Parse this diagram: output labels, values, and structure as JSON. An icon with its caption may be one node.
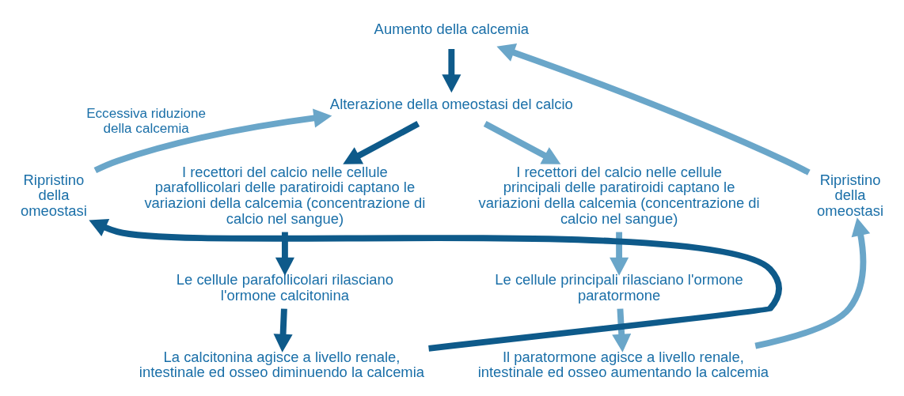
{
  "diagram": {
    "nodes": [
      {
        "text": [
          "Aumento della calcemia"
        ]
      },
      {
        "text": [
          "Alterazione della omeostasi del calcio"
        ]
      },
      {
        "text": [
          "Ripristino della omeostasi"
        ]
      },
      {
        "text": [
          "I recettori del calcio nelle cellule parafollicolari delle paratiroidi captano le variazioni della calcemia (concentrazione di calcio nel sangue)"
        ]
      },
      {
        "text": [
          "I recettori del calcio nelle cellule principali delle paratiroidi captano le variazioni della calcemia (concentrazione di calcio nel sangue)"
        ]
      },
      {
        "text": [
          "Ripristino della omeostasi"
        ]
      },
      {
        "text": [
          "Le cellule parafollicolari rilasciano l'ormone calcitonina"
        ]
      },
      {
        "text": [
          "Le cellule principali rilasciano l'ormone paratormone"
        ]
      },
      {
        "text": [
          "La calcitonina agisce a livello renale, intestinale ed osseo diminuendo la calcemia"
        ]
      },
      {
        "text": [
          "Il paratormone agisce a livello renale, intestinale ed osseo aumentando la calcemia"
        ]
      }
    ],
    "edges": [
      {
        "from": 0,
        "to": 1,
        "arrow": "to",
        "color": "#0e5a8a"
      },
      {
        "from": 1,
        "to": 3,
        "arrow": "to",
        "color": "#0e5a8a"
      },
      {
        "from": 3,
        "to": 6,
        "arrow": "to",
        "color": "#0e5a8a"
      },
      {
        "from": 6,
        "to": 8,
        "arrow": "to",
        "color": "#0e5a8a"
      },
      {
        "from": 8,
        "to": 2,
        "arrow": "to",
        "color": "#0e5a8a"
      },
      {
        "from": 2,
        "to": 1,
        "arrow": "to",
        "label": "Eccessiva riduzione della calcemia"
      },
      {
        "from": 1,
        "to": 4,
        "arrow": "to"
      },
      {
        "from": 4,
        "to": 7,
        "arrow": "to"
      },
      {
        "from": 7,
        "to": 9,
        "arrow": "to"
      },
      {
        "from": 9,
        "to": 5,
        "arrow": "to"
      },
      {
        "from": 5,
        "to": 0,
        "arrow": "to"
      }
    ]
  }
}
